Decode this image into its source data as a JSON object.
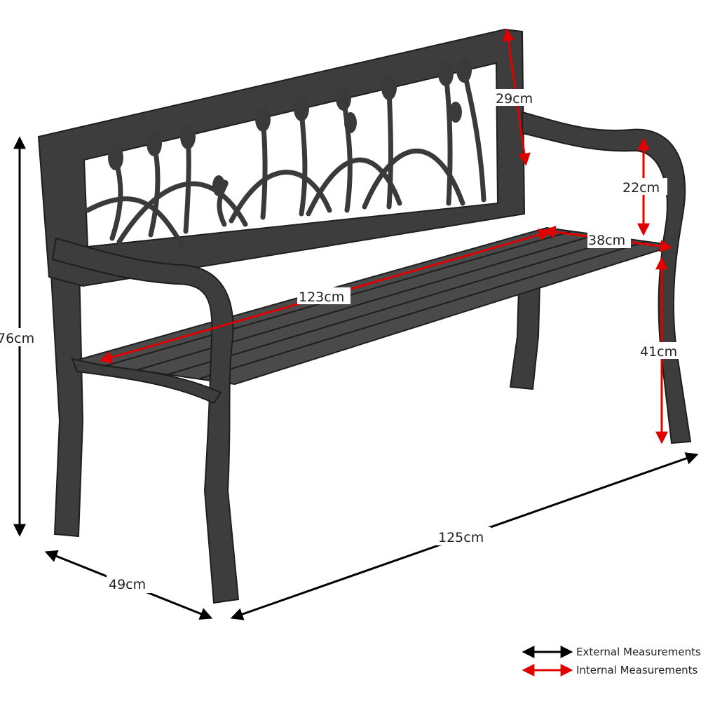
{
  "title": "Garden bench dimensions",
  "colors": {
    "external": "#000000",
    "internal": "#e00000",
    "bench": "#3d3d3d"
  },
  "dimensions": {
    "height": "76cm",
    "depth": "49cm",
    "width": "125cm",
    "seat_width": "123cm",
    "seat_depth": "38cm",
    "backrest_height": "29cm",
    "armrest_height": "22cm",
    "seat_height": "41cm"
  },
  "legend": {
    "external": "External Measurements",
    "internal": "Internal Measurements"
  }
}
